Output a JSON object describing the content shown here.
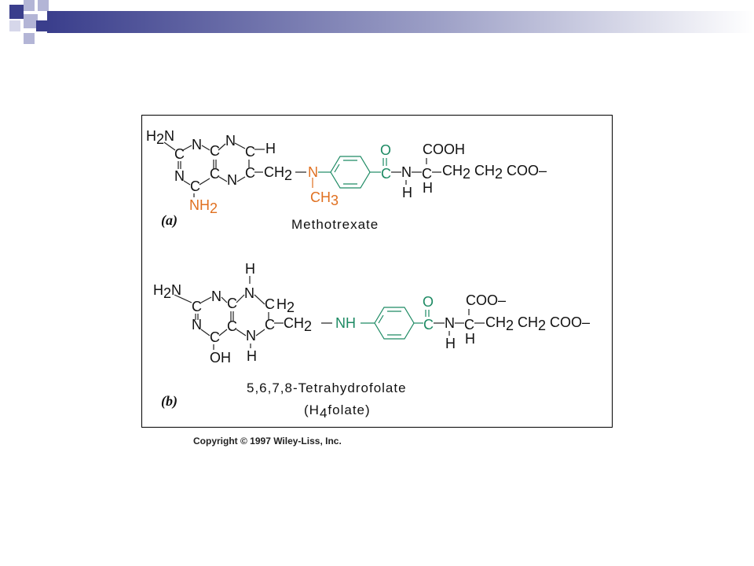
{
  "slide": {
    "copyright": "Copyright © 1997 Wiley-Liss, Inc."
  },
  "figure_a": {
    "label": "(a)",
    "name": "Methotrexate",
    "amino": "H2N",
    "nh2": "NH2",
    "ch3": "CH3",
    "cooh": "COOH",
    "tail": "CH2 CH2 COO–"
  },
  "figure_b": {
    "label": "(b)",
    "name": "5,6,7,8-Tetrahydrofolate",
    "abbrev": "(H4folate)",
    "amino": "H2N",
    "oh": "OH",
    "coo": "COO–",
    "tail": "CH2 CH2 COO–"
  },
  "colors": {
    "orange": "#e07020",
    "green": "#1d8a63",
    "bar_blue": "#3a3e8c"
  }
}
